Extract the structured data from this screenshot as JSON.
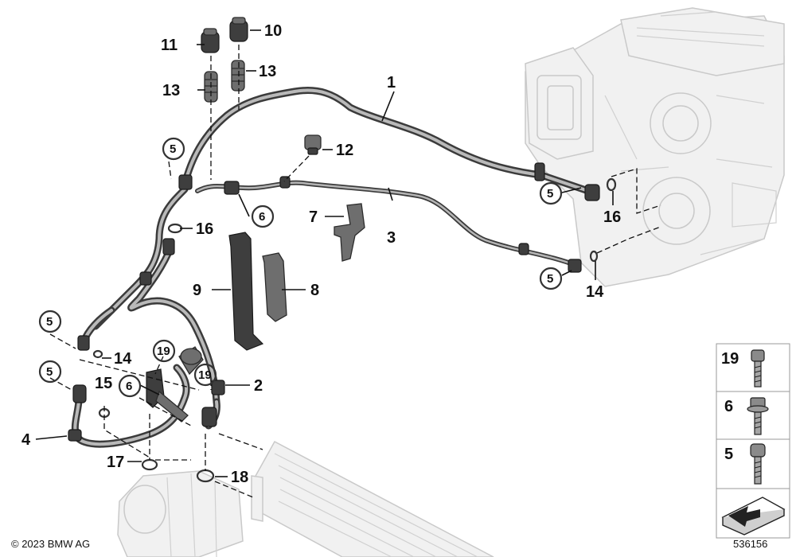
{
  "diagram": {
    "callouts": [
      {
        "id": "c1",
        "label": "1"
      },
      {
        "id": "c2",
        "label": "2"
      },
      {
        "id": "c3",
        "label": "3"
      },
      {
        "id": "c4",
        "label": "4"
      },
      {
        "id": "c5a",
        "label": "5"
      },
      {
        "id": "c5b",
        "label": "5"
      },
      {
        "id": "c5c",
        "label": "5"
      },
      {
        "id": "c5d",
        "label": "5"
      },
      {
        "id": "c5e",
        "label": "5"
      },
      {
        "id": "c5f",
        "label": "5"
      },
      {
        "id": "c6a",
        "label": "6"
      },
      {
        "id": "c6b",
        "label": "6"
      },
      {
        "id": "c7",
        "label": "7"
      },
      {
        "id": "c8",
        "label": "8"
      },
      {
        "id": "c9",
        "label": "9"
      },
      {
        "id": "c10",
        "label": "10"
      },
      {
        "id": "c11",
        "label": "11"
      },
      {
        "id": "c12",
        "label": "12"
      },
      {
        "id": "c13a",
        "label": "13"
      },
      {
        "id": "c13b",
        "label": "13"
      },
      {
        "id": "c14a",
        "label": "14"
      },
      {
        "id": "c14b",
        "label": "14"
      },
      {
        "id": "c15",
        "label": "15"
      },
      {
        "id": "c16a",
        "label": "16"
      },
      {
        "id": "c16b",
        "label": "16"
      },
      {
        "id": "c17",
        "label": "17"
      },
      {
        "id": "c18",
        "label": "18"
      },
      {
        "id": "c19a",
        "label": "19"
      },
      {
        "id": "c19b",
        "label": "19"
      }
    ],
    "fastener_legend": [
      {
        "label": "19",
        "icon": "torx-bolt-icon"
      },
      {
        "label": "6",
        "icon": "flange-bolt-icon"
      },
      {
        "label": "5",
        "icon": "hex-bolt-icon"
      }
    ]
  },
  "footer": {
    "copyright": "© 2023 BMW AG",
    "image_id": "536156"
  }
}
